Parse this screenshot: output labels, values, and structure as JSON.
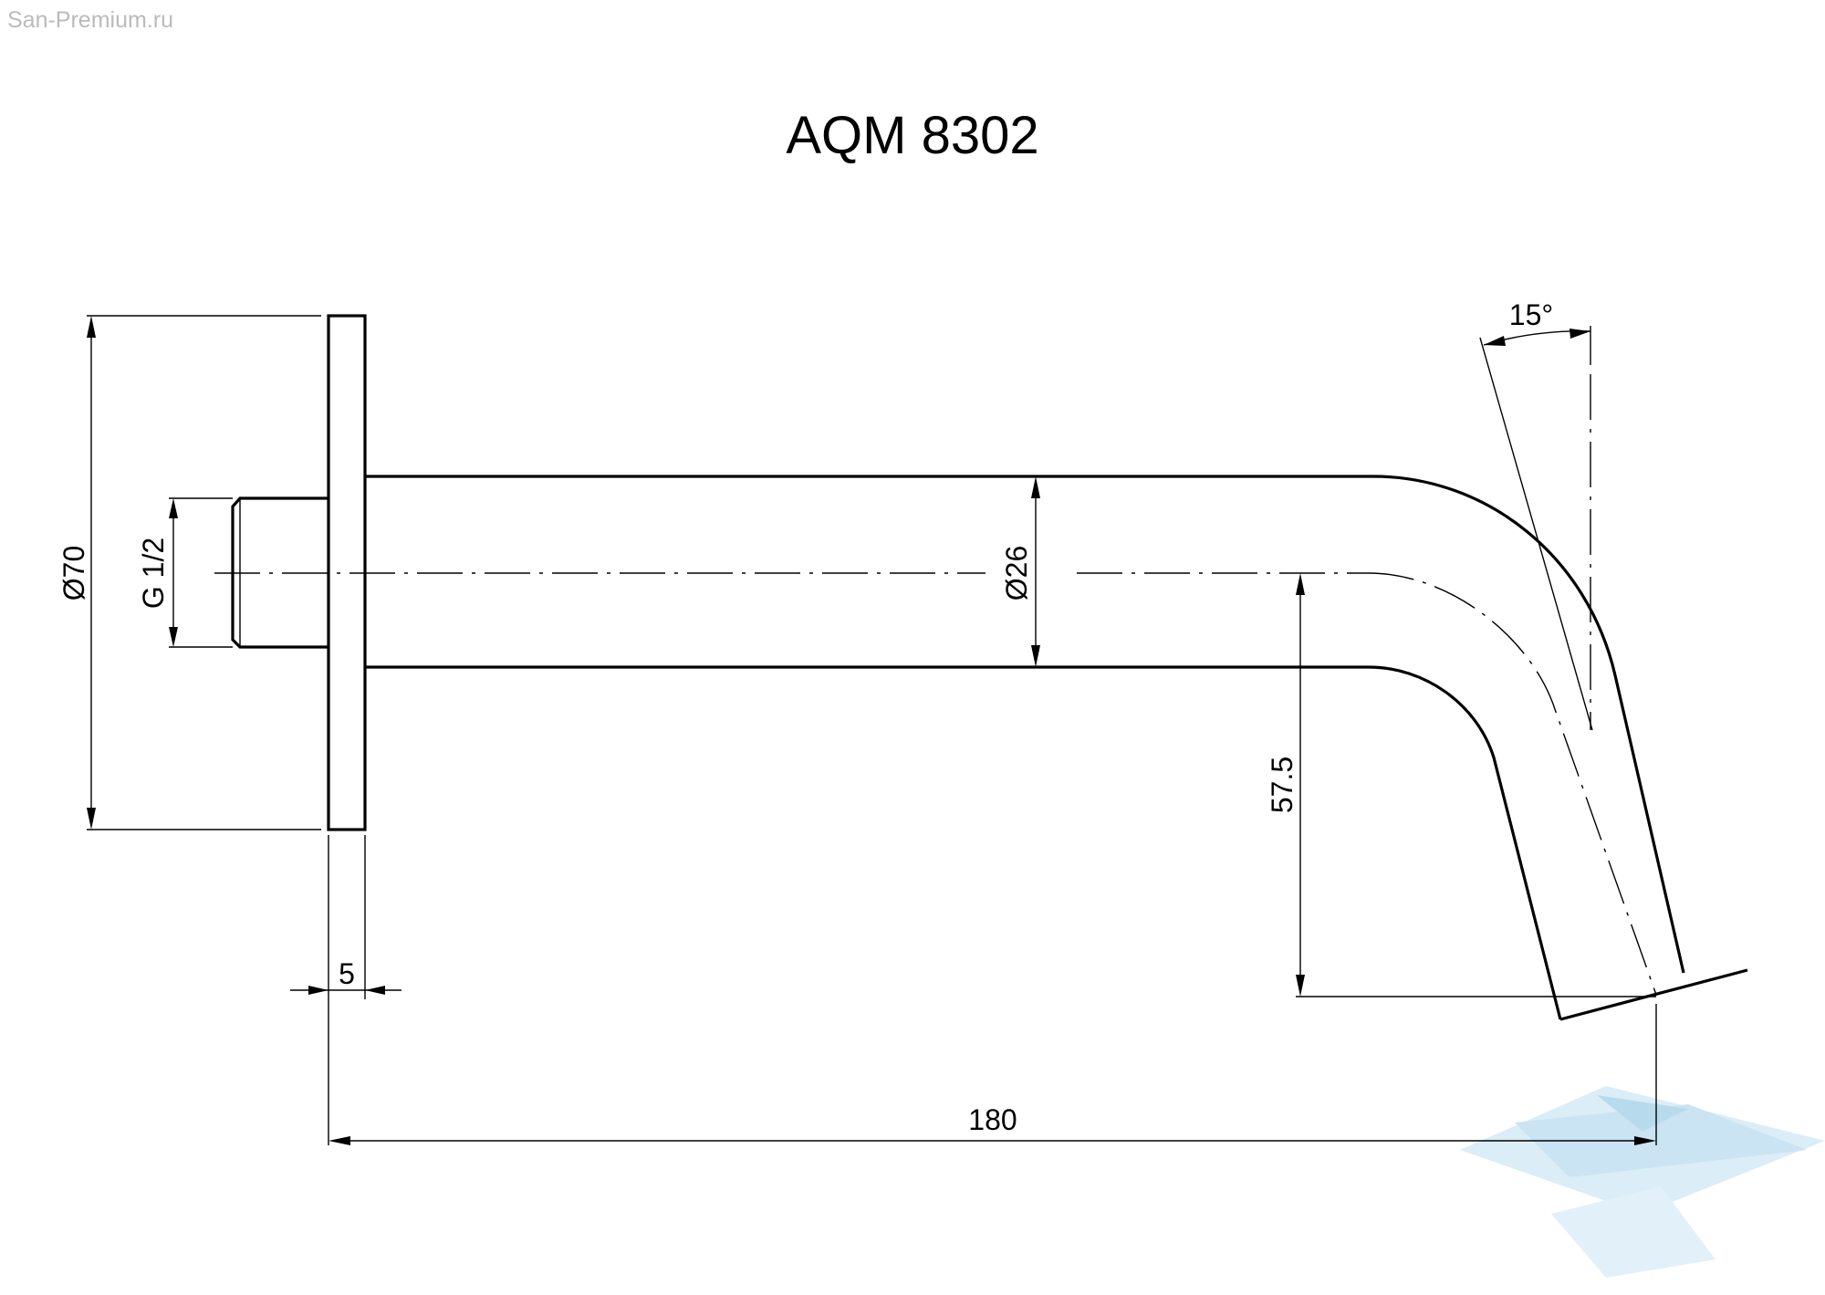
{
  "watermark": {
    "site": "San-Premium.ru"
  },
  "title": "AQM 8302",
  "dimensions": {
    "flange_diameter": "Ø70",
    "thread": "G 1/2",
    "pipe_diameter": "Ø26",
    "drop_height": "57.5",
    "flange_thickness": "5",
    "length": "180",
    "angle": "15°"
  },
  "colors": {
    "lines": "#000000",
    "logo": "#b9dcef",
    "watermark_text": "#bbbbbb"
  }
}
